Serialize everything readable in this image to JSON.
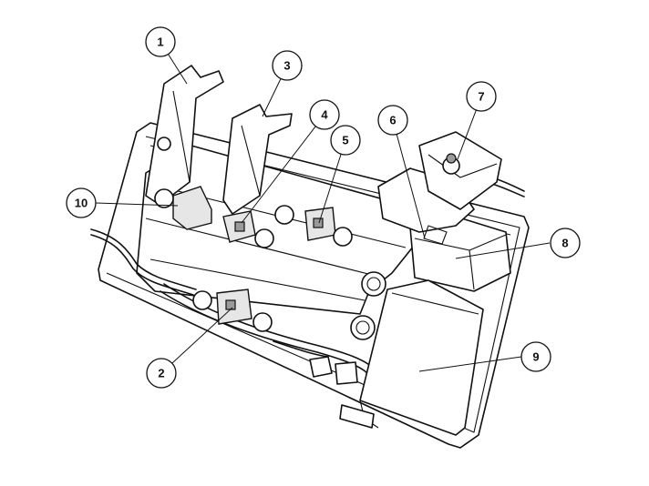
{
  "callouts": [
    {
      "id": "1",
      "label": "1"
    },
    {
      "id": "2",
      "label": "2"
    },
    {
      "id": "3",
      "label": "3"
    },
    {
      "id": "4",
      "label": "4"
    },
    {
      "id": "5",
      "label": "5"
    },
    {
      "id": "6",
      "label": "6"
    },
    {
      "id": "7",
      "label": "7"
    },
    {
      "id": "8",
      "label": "8"
    },
    {
      "id": "9",
      "label": "9"
    },
    {
      "id": "10",
      "label": "10"
    }
  ],
  "colors": {
    "line": "#111111",
    "background": "#ffffff",
    "shade": "#e6e6e6"
  }
}
